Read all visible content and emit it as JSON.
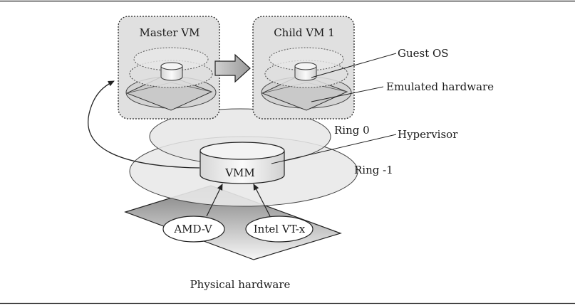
{
  "labels": {
    "master_vm": "Master VM",
    "child_vm": "Child VM 1",
    "guest_os": "Guest OS",
    "emulated_hardware": "Emulated hardware",
    "ring0": "Ring 0",
    "hypervisor": "Hypervisor",
    "ring_minus1": "Ring -1",
    "vmm": "VMM",
    "amd_v": "AMD-V",
    "intel_vtx": "Intel VT-x",
    "physical_hardware": "Physical hardware"
  },
  "colors": {
    "vm_box_fill": "#e0e0e0",
    "disk_fill": "#d9d9d9",
    "ring_fill": "#ececec",
    "vmm_fill": "#f2f2f2",
    "hardware_gradient_dark": "#8a8a8a",
    "hardware_gradient_light": "#f4f4f4",
    "stroke": "#222222"
  }
}
